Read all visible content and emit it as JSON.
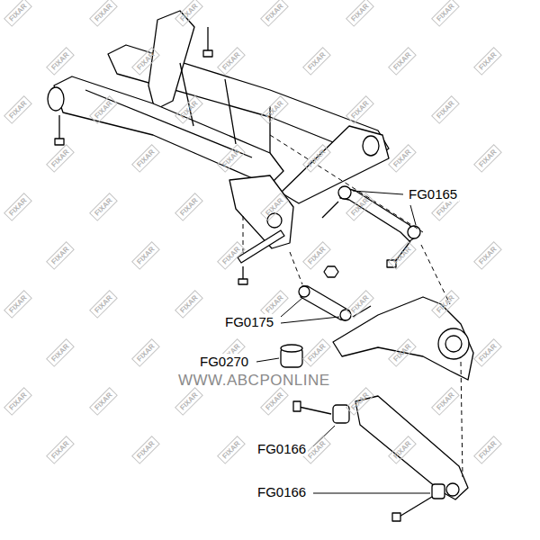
{
  "diagram": {
    "labels": [
      "FG0165",
      "FG0175",
      "FG0270",
      "WWW.ABCPONLINE",
      "FG0166",
      "FG0166",
      "FIXAR",
      "FIXAR",
      "FIXAR",
      "FIXAR",
      "FIXAR",
      "FIXAR",
      "FIXAR",
      "FIXAR",
      "FIXAR",
      "FIXAR",
      "FIXAR",
      "FIXAR",
      "FIXAR",
      "FIXAR",
      "FIXAR",
      "FIXAR",
      "FIXAR",
      "FIXAR",
      "FIXAR",
      "FIXAR",
      "FIXAR",
      "FIXAR",
      "FIXAR",
      "FIXAR",
      "FIXAR",
      "FIXAR",
      "FIXAR",
      "FIXAR",
      "FIXAR",
      "FIXAR",
      "FIXAR",
      "FIXAR",
      "FIXAR",
      "FIXAR",
      "FIXAR",
      "FIXAR",
      "FIXAR",
      "FIXAR",
      "FIXAR",
      "FIXAR",
      "FIXAR",
      "FIXAR",
      "FIXAR",
      "FIXAR",
      "FIXAR",
      "FIXAR",
      "FIXAR",
      "FIXAR",
      "FIXAR",
      "FIXAR",
      "FIXAR",
      "FIXAR",
      "FIXAR",
      "FIXAR",
      "FIXAR",
      "FIXAR",
      "FIXAR",
      "FIXAR",
      "FIXAR",
      "FIXAR"
    ]
  }
}
